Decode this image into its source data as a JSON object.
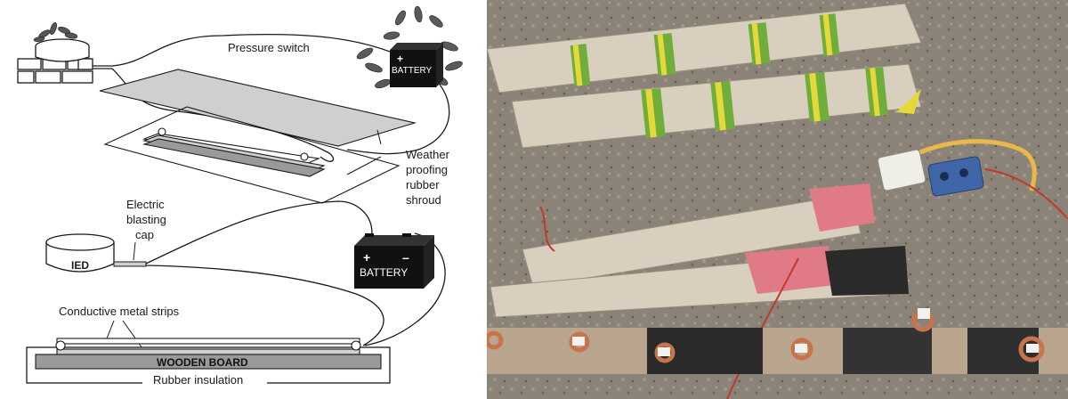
{
  "diagram": {
    "labels": {
      "pressure_switch": "Pressure switch",
      "battery_top": "BATTERY",
      "battery_top_plus": "+",
      "weather_line1": "Weather",
      "weather_line2": "proofing",
      "weather_line3": "rubber",
      "weather_line4": "shroud",
      "cap_line1": "Electric",
      "cap_line2": "blasting",
      "cap_line3": "cap",
      "ied": "IED",
      "battery_bottom": "BATTERY",
      "battery_plus": "+",
      "battery_minus": "–",
      "conductive_strips": "Conductive metal strips",
      "wooden_board": "WOODEN BOARD",
      "rubber_insulation": "Rubber insulation"
    }
  },
  "colors": {
    "ink": "#1a1a1a",
    "board_gray": "#9a9a9a",
    "shroud_gray": "#cfcfcf",
    "battery_black": "#111111",
    "soil": "#8b8378",
    "tube_wrap": "#d9cfbf",
    "tape_green": "#6fae3a",
    "tape_yellow": "#e4d83a",
    "cloth_pink": "#e07a86",
    "wire_yellow": "#e8b84a",
    "clip_blue": "#3f66a8",
    "tape_black": "#2a2a2a",
    "copper_coil": "#c8744a",
    "wire_red": "#c0392b"
  }
}
